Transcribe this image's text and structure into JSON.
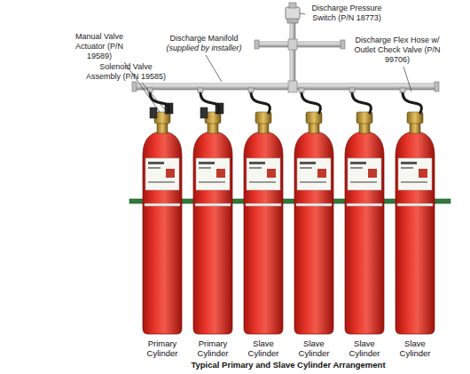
{
  "diagram": {
    "caption": "Typical Primary and Slave Cylinder Arrangement",
    "labels": [
      "Discharge Pressure Switch (P/N 18773)",
      "Manual Valve Actuator (P/N 19589)",
      "Solenoid Valve Assembly (P/N 19585)",
      "Discharge Manifold",
      "(supplied by installer)",
      "Discharge Flex Hose w/ Outlet Check Valve (P/N 99706)",
      "Primary Cylinder",
      "Primary Cylinder",
      "Slave Cylinder",
      "Slave Cylinder",
      "Slave Cylinder",
      "Slave Cylinder"
    ]
  }
}
